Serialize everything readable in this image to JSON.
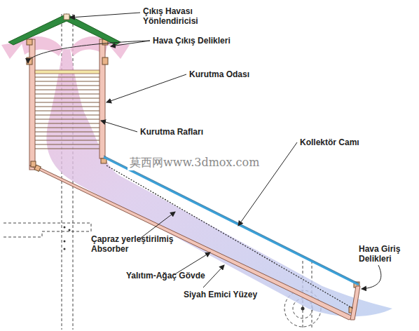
{
  "diagram": {
    "labels": [
      "Çıkış Havası Yönlendiricisi",
      "Hava Çıkış Delikleri",
      "Kurutma Odası",
      "Kurutma Rafları",
      "Kollektör Camı",
      "Çapraz yerleştirilmiş Absorber",
      "Yalıtım-Ağaç Gövde",
      "Siyah Emici Yüzey",
      "Hava Giriş Delikleri",
      "莫西网www.3dmox.com"
    ]
  }
}
